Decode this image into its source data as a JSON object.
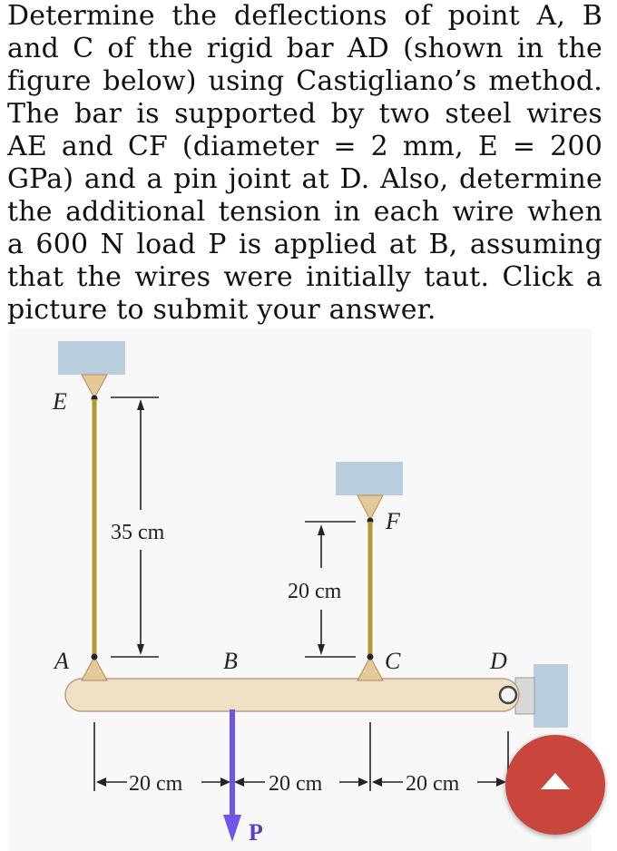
{
  "question": {
    "text": "Determine the deflections of point A, B and C of the rigid bar AD (shown in the figure below) using Castigliano’s method. The bar is supported by two steel wires AE and CF (diameter = 2 mm, E = 200 GPa) and a pin joint at D. Also, determine the additional tension in each wire when a 600 N load P is applied at B, assuming that the wires were initially taut. Click a picture to submit your answer."
  },
  "figure": {
    "labels": {
      "E": "E",
      "F": "F",
      "A": "A",
      "B": "B",
      "C": "C",
      "D": "D",
      "P": "P"
    },
    "dimensions": {
      "ae_length": "35 cm",
      "cf_length": "20 cm",
      "ab_span": "20 cm",
      "bc_span": "20 cm",
      "cd_span": "20 cm"
    },
    "colors": {
      "support": "#b9cedd",
      "wire": "#b19a2c",
      "bar": "#efe0c6",
      "load_arrow": "#7052ec",
      "load_label": "#5541c9"
    }
  },
  "fab": {
    "icon": "caret-up-icon",
    "color": "#c8463c"
  }
}
